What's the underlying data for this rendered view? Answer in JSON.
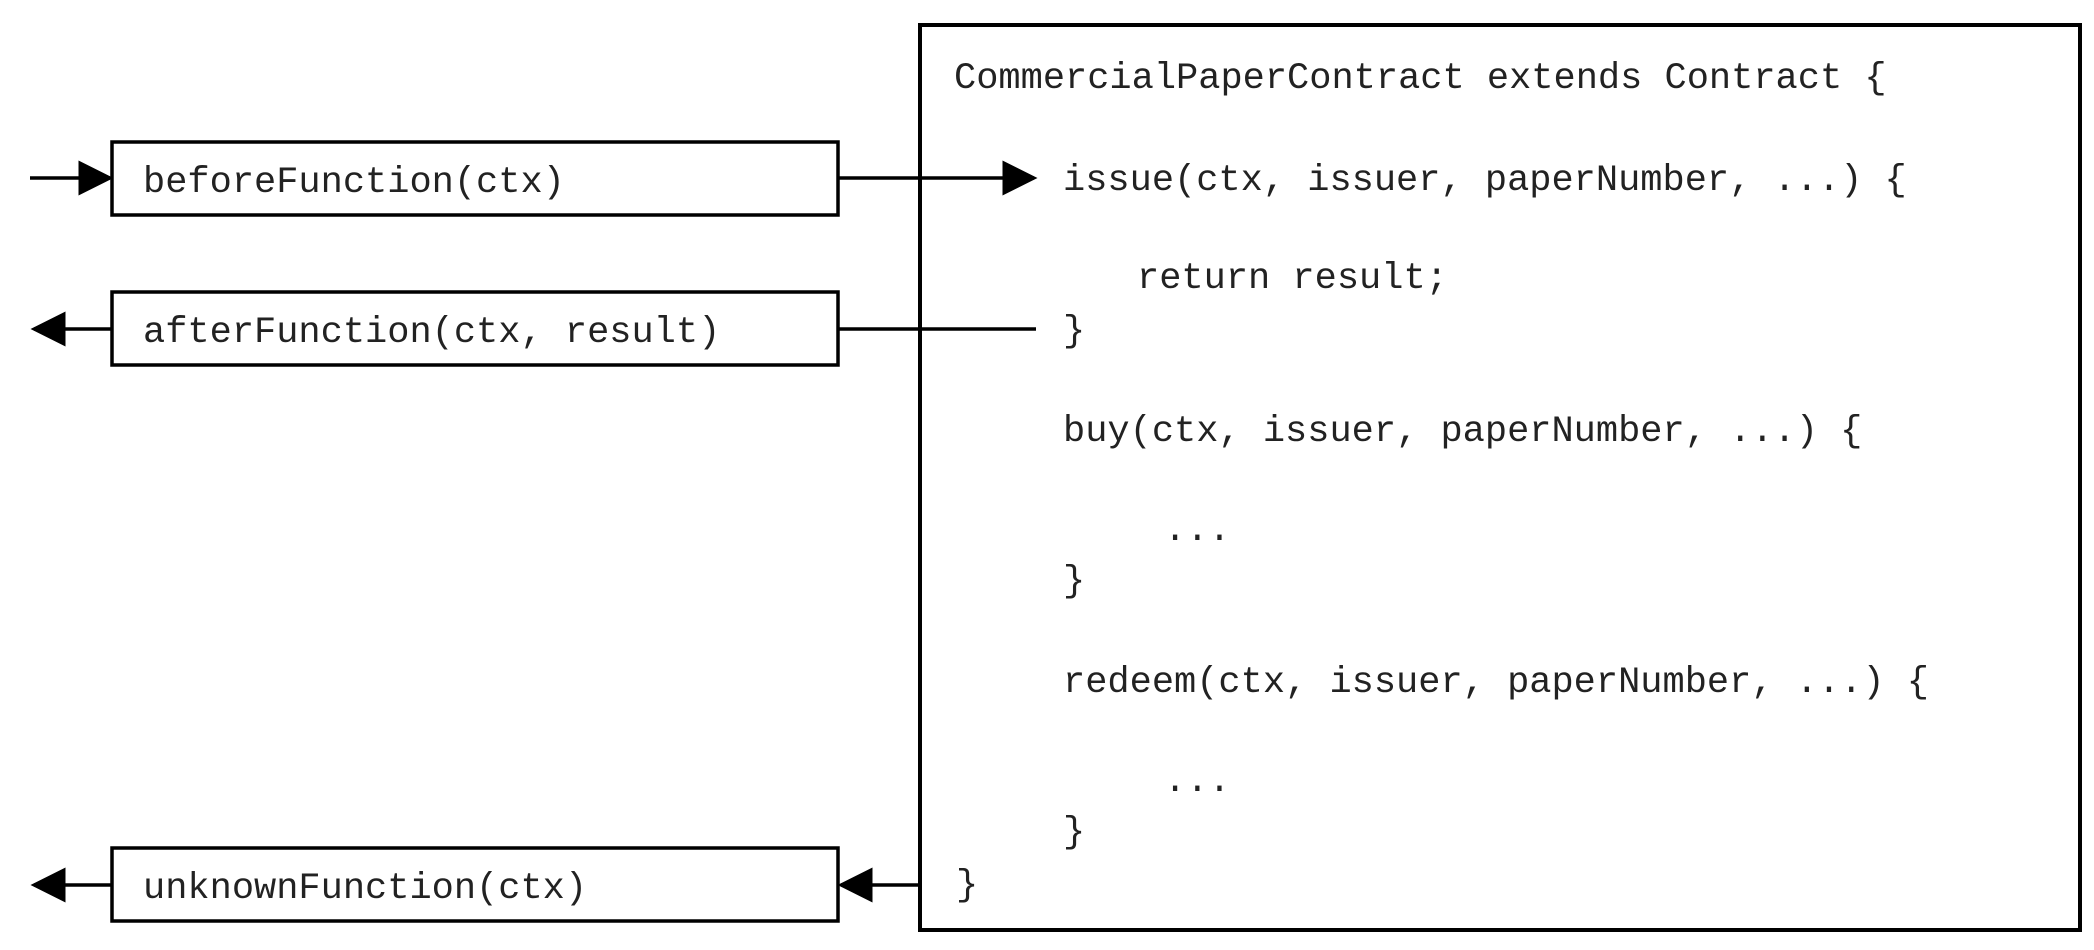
{
  "hooks": {
    "before": "beforeFunction(ctx)",
    "after": "afterFunction(ctx, result)",
    "unknown": "unknownFunction(ctx)"
  },
  "contract": {
    "header": "CommercialPaperContract extends Contract {",
    "issue_sig": "issue(ctx, issuer, paperNumber, ...) {",
    "issue_return": "return result;",
    "issue_close": "}",
    "buy_sig": "buy(ctx, issuer, paperNumber, ...) {",
    "buy_body": "...",
    "buy_close": "}",
    "redeem_sig": "redeem(ctx, issuer, paperNumber, ...) {",
    "redeem_body": "...",
    "redeem_close": "}",
    "close": "}"
  },
  "colors": {
    "stroke": "#000000",
    "text": "#222222"
  }
}
